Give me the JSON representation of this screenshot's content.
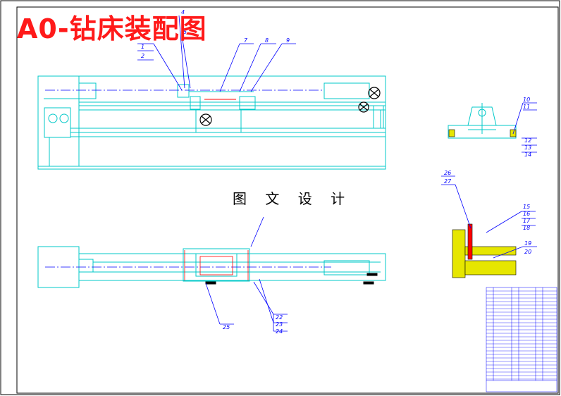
{
  "drawing": {
    "title": "A0-钻床装配图",
    "watermark": "图 文 设 计"
  },
  "balloons": {
    "b1": "1",
    "b2": "2",
    "b4": "4",
    "b5": "5",
    "b7": "7",
    "b8": "8",
    "b9": "9",
    "b10": "10",
    "b11": "11",
    "b12": "12",
    "b13": "13",
    "b14": "14",
    "b15": "15",
    "b16": "16",
    "b17": "17",
    "b18": "18",
    "b19": "19",
    "b20": "20",
    "b22": "22",
    "b23": "23",
    "b24": "24",
    "b25": "25",
    "b26": "26",
    "b27": "27"
  },
  "colors": {
    "outline": "#00c8c8",
    "frame": "#000000",
    "leader": "#0000ff",
    "centerline": "#0000ff",
    "title": "#ff1a1a",
    "detail_fill": "#e6e600",
    "accent": "#ff0000"
  }
}
